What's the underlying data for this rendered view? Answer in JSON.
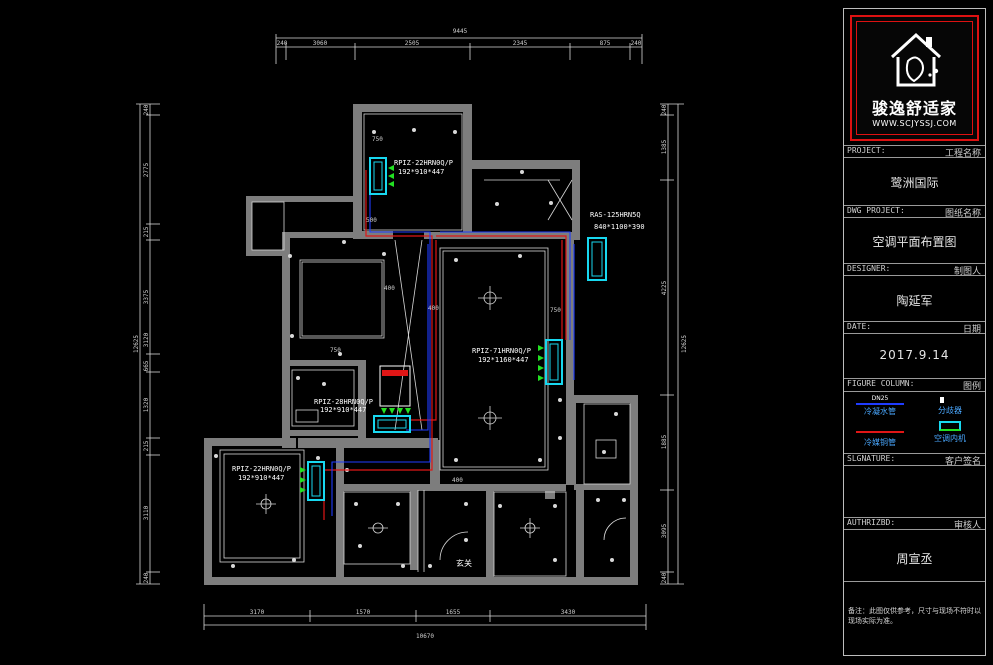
{
  "dimensions": {
    "top_total": "9445",
    "top_segments": [
      "240",
      "3060",
      "2505",
      "2345",
      "875",
      "240"
    ],
    "bottom_total": "10670",
    "bottom_segments": [
      "3170",
      "1570",
      "1655",
      "3430"
    ],
    "left_total": "12625",
    "left_segments": [
      "240",
      "2775",
      "215",
      "3375",
      "3120",
      "665",
      "1320",
      "215",
      "3110",
      "240"
    ],
    "right_total": "12625",
    "right_segments": [
      "240",
      "1385",
      "4225",
      "1885",
      "3095",
      "240"
    ]
  },
  "units": [
    {
      "model": "RPIZ-22HRN0Q/P",
      "size": "192*910*447"
    },
    {
      "model": "RAS-125HRN5Q",
      "size": "840*1100*390"
    },
    {
      "model": "RPIZ-71HRN0Q/P",
      "size": "192*1160*447"
    },
    {
      "model": "RPIZ-28HRN0Q/P",
      "size": "192*910*447"
    },
    {
      "model": "RPIZ-22HRN0Q/P",
      "size": "192*910*447"
    }
  ],
  "plan_dims": [
    "750",
    "500",
    "400",
    "750",
    "400",
    "750",
    "400"
  ],
  "room_label": "玄关",
  "title_block": {
    "logo_brand": "骏逸舒适家",
    "logo_url": "WWW.SCJYSSJ.COM",
    "project_label": "PROJECT:",
    "project_label_cn": "工程名称",
    "project_value": "鹭洲国际",
    "dwg_label": "DWG PROJECT:",
    "dwg_label_cn": "图纸名称",
    "dwg_value": "空调平面布置图",
    "designer_label": "DESIGNER:",
    "designer_label_cn": "制图人",
    "designer_value": "陶延军",
    "date_label": "DATE:",
    "date_label_cn": "日期",
    "date_value": "2017.9.14",
    "figure_label": "FIGURE COLUMN:",
    "figure_label_cn": "图例",
    "legend": [
      {
        "mark": "DN25",
        "text": "冷凝水管"
      },
      {
        "mark": "",
        "text": "分歧器"
      },
      {
        "mark": "",
        "text": "冷媒铜管"
      },
      {
        "mark": "",
        "text": "空调内机"
      }
    ],
    "signature_label": "SLGNATURE:",
    "signature_label_cn": "客户签名",
    "authorized_label": "AUTHRIZBD:",
    "authorized_label_cn": "审核人",
    "authorized_value": "周宣丞",
    "note": "备注：此图仅供参考，尺寸与现场不符时以现场实际为准。"
  },
  "colors": {
    "wall": "#7d7d7d",
    "refrigerant": "#e01616",
    "condensate": "#1f3cff",
    "unit": "#18d8f0",
    "air": "#22e022",
    "line": "#d8d8d8"
  }
}
